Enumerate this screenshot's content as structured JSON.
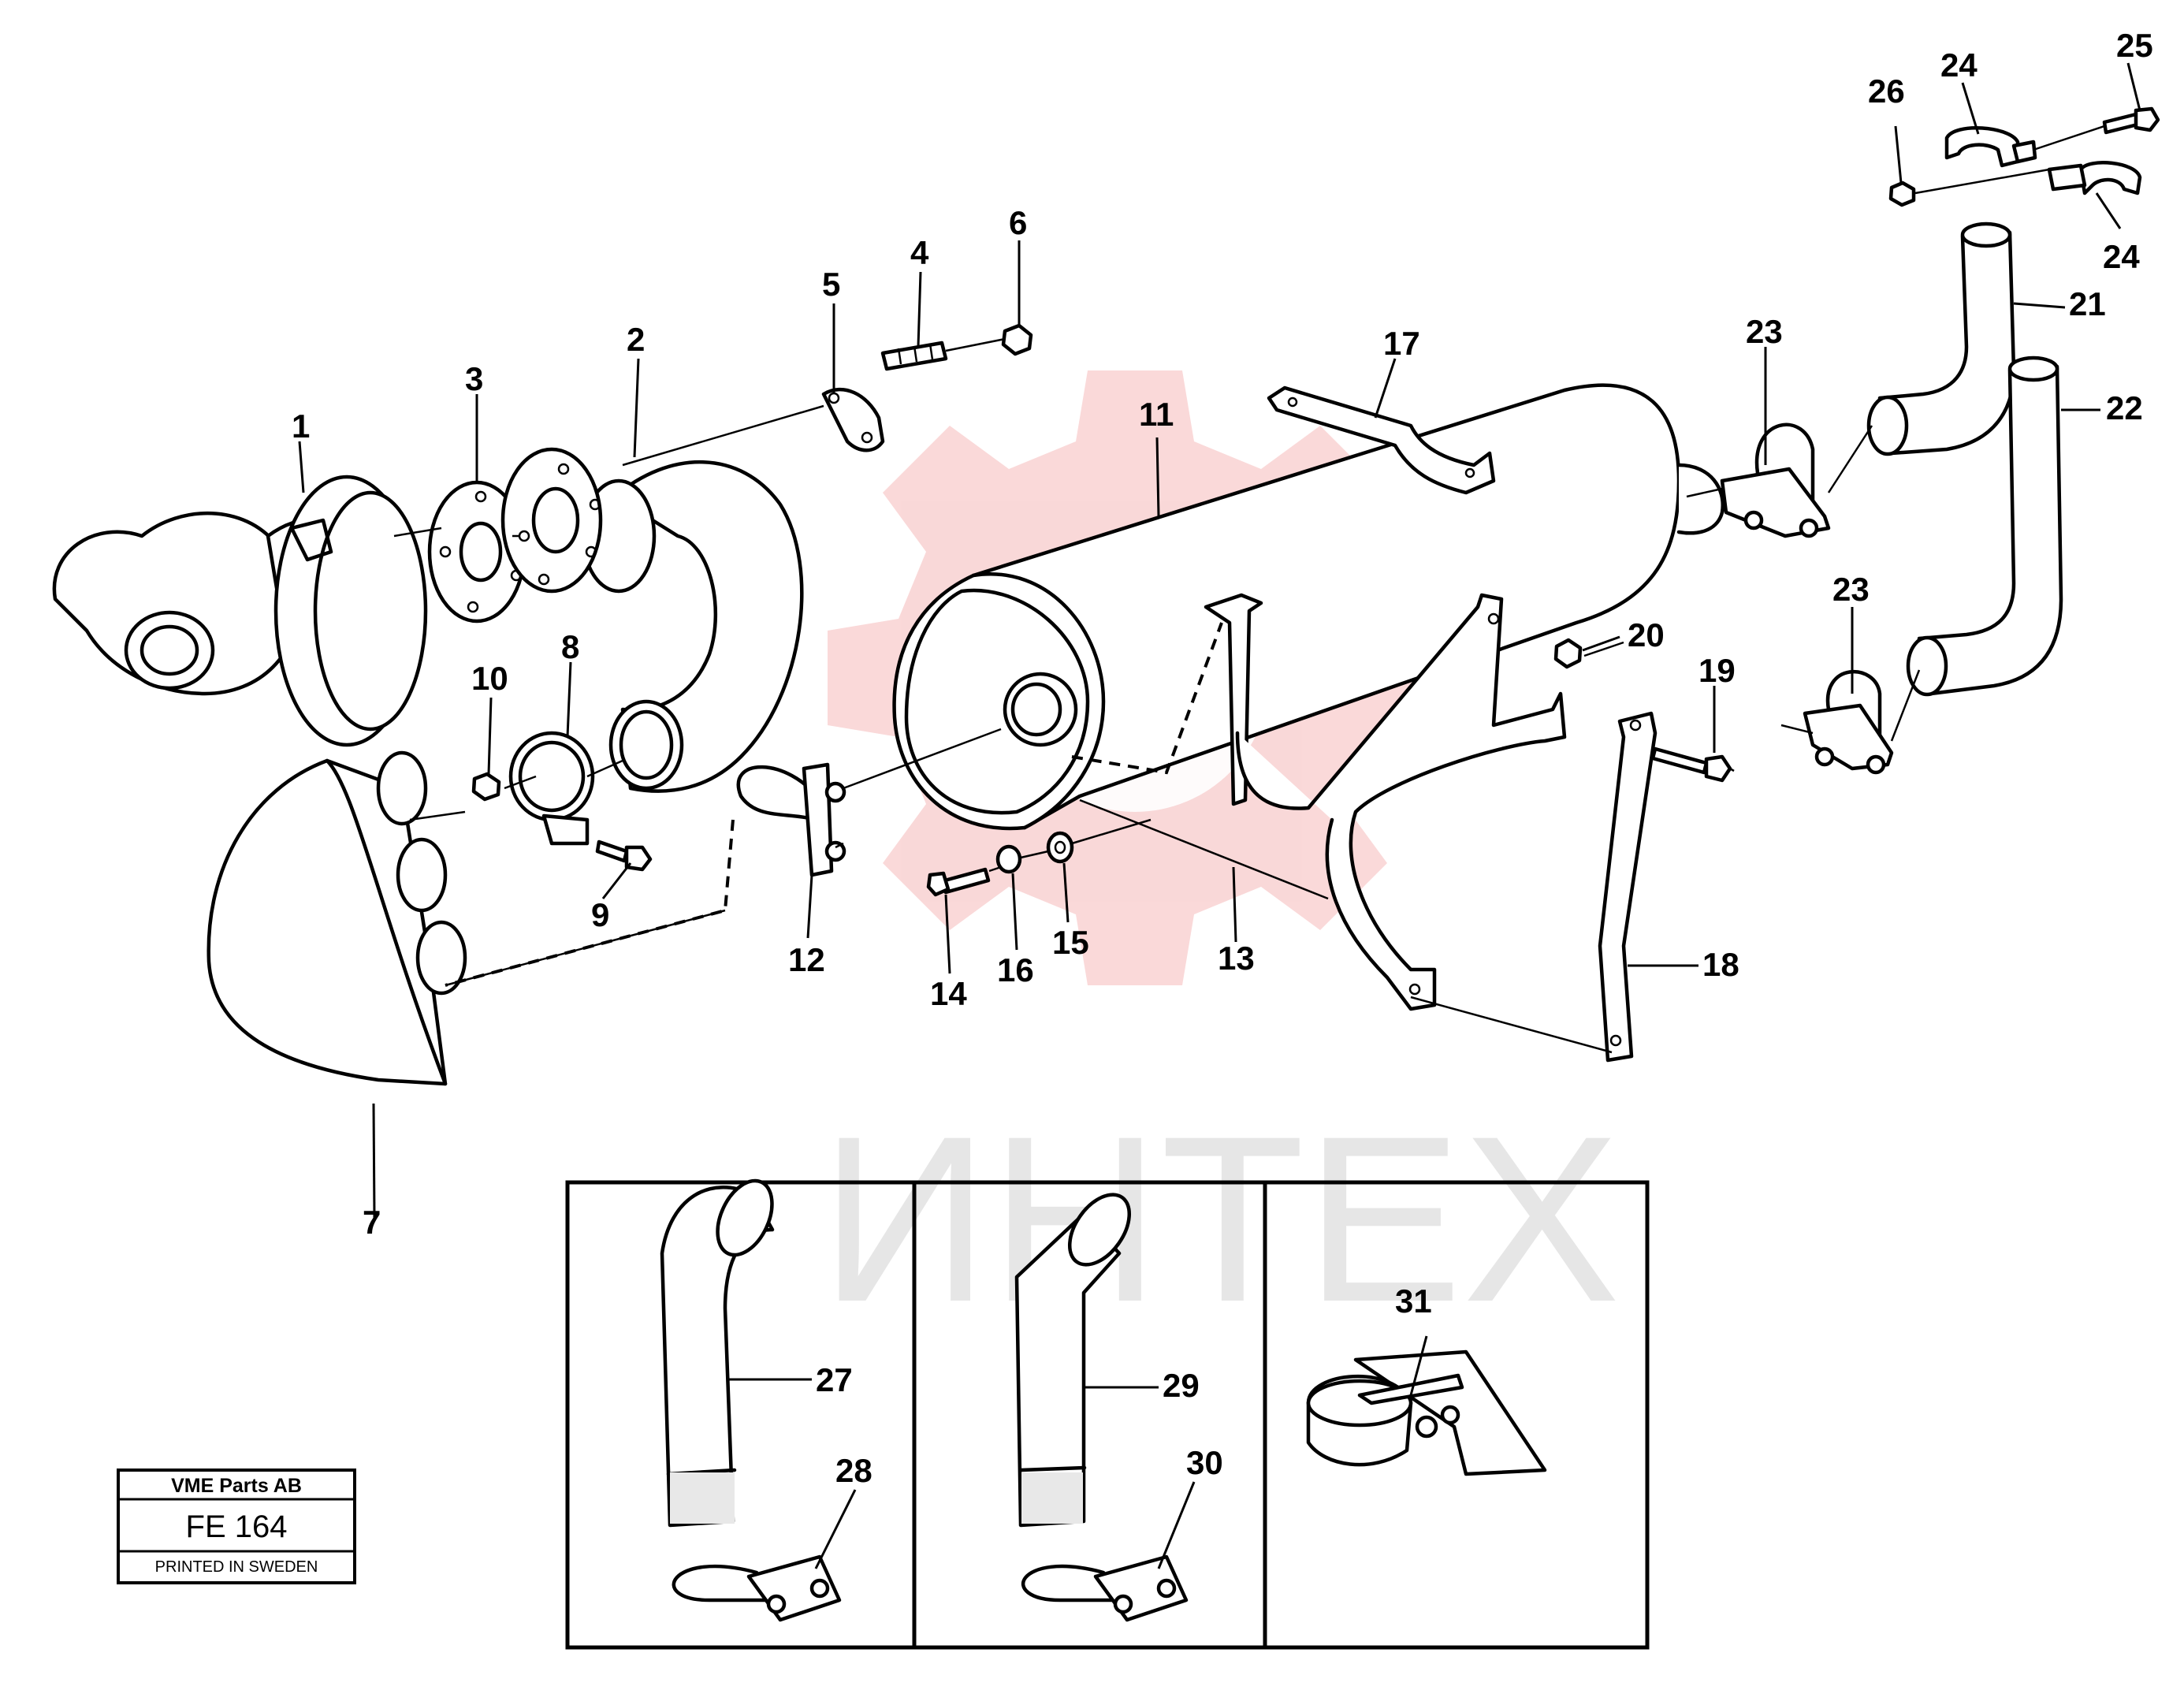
{
  "diagram": {
    "watermark_text": "ИНТЕХ",
    "title_block": {
      "company": "VME Parts AB",
      "code": "FE 164",
      "printed": "PRINTED IN SWEDEN"
    },
    "callouts": [
      {
        "n": "1"
      },
      {
        "n": "2"
      },
      {
        "n": "3"
      },
      {
        "n": "4"
      },
      {
        "n": "5"
      },
      {
        "n": "6"
      },
      {
        "n": "7"
      },
      {
        "n": "8"
      },
      {
        "n": "9"
      },
      {
        "n": "10"
      },
      {
        "n": "11"
      },
      {
        "n": "12"
      },
      {
        "n": "13"
      },
      {
        "n": "14"
      },
      {
        "n": "15"
      },
      {
        "n": "16"
      },
      {
        "n": "17"
      },
      {
        "n": "18"
      },
      {
        "n": "19"
      },
      {
        "n": "20"
      },
      {
        "n": "21"
      },
      {
        "n": "22"
      },
      {
        "n": "23"
      },
      {
        "n": "23"
      },
      {
        "n": "24"
      },
      {
        "n": "24"
      },
      {
        "n": "25"
      },
      {
        "n": "26"
      },
      {
        "n": "27"
      },
      {
        "n": "28"
      },
      {
        "n": "29"
      },
      {
        "n": "30"
      },
      {
        "n": "31"
      }
    ]
  }
}
